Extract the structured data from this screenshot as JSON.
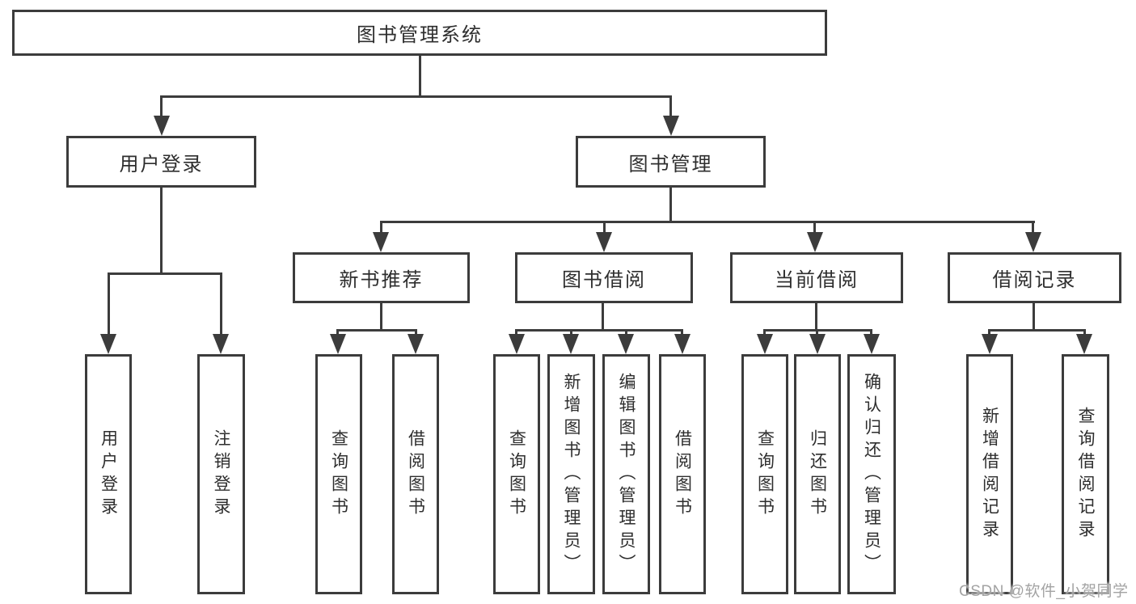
{
  "diagram": {
    "root": {
      "label": "图书管理系统"
    },
    "branches": [
      {
        "label": "用户登录",
        "children": [
          {
            "label": "用户登录"
          },
          {
            "label": "注销登录"
          }
        ]
      },
      {
        "label": "图书管理",
        "children": [
          {
            "label": "新书推荐",
            "children": [
              {
                "label": "查询图书"
              },
              {
                "label": "借阅图书"
              }
            ]
          },
          {
            "label": "图书借阅",
            "children": [
              {
                "label": "查询图书"
              },
              {
                "label": "新增图书（管理员）"
              },
              {
                "label": "编辑图书（管理员）"
              },
              {
                "label": "借阅图书"
              }
            ]
          },
          {
            "label": "当前借阅",
            "children": [
              {
                "label": "查询图书"
              },
              {
                "label": "归还图书"
              },
              {
                "label": "确认归还（管理员）"
              }
            ]
          },
          {
            "label": "借阅记录",
            "children": [
              {
                "label": "新增借阅记录"
              },
              {
                "label": "查询借阅记录"
              }
            ]
          }
        ]
      }
    ]
  },
  "watermark": {
    "text": "CSDN @软件_小贺同学"
  },
  "colors": {
    "line": "#3c3c3c",
    "text": "#2e2e2e",
    "background": "#ffffff",
    "watermark": "#a3a3a3"
  }
}
